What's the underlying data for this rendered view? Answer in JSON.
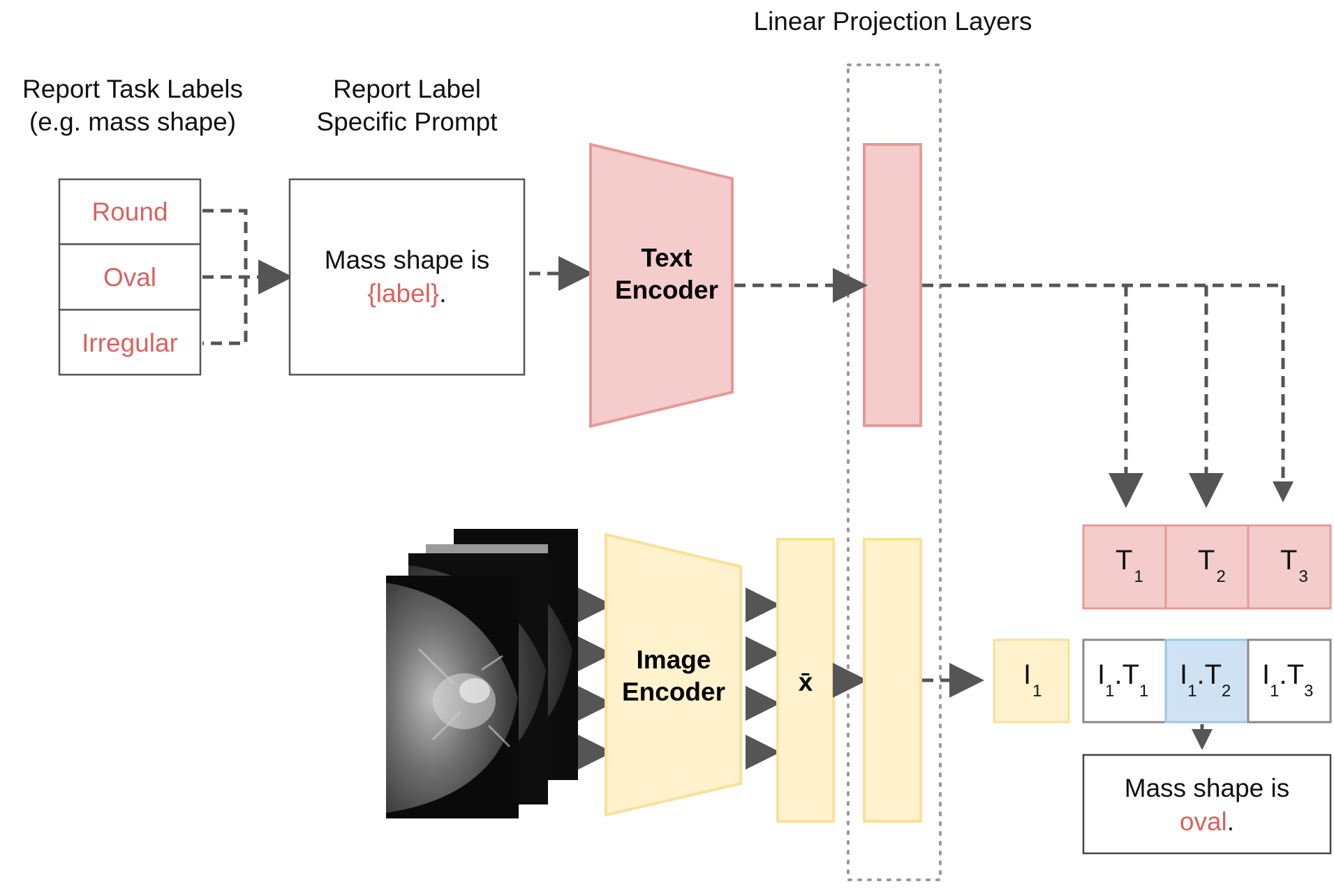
{
  "headings": {
    "task_labels_line1": "Report Task Labels",
    "task_labels_line2": "(e.g. mass shape)",
    "prompt_line1": "Report Label",
    "prompt_line2": "Specific Prompt",
    "projection": "Linear Projection Layers"
  },
  "labels": [
    "Round",
    "Oval",
    "Irregular"
  ],
  "prompt": {
    "text": "Mass shape is",
    "placeholder": "{label}",
    "end": "."
  },
  "text_encoder": {
    "line1": "Text",
    "line2": "Encoder"
  },
  "image_encoder": {
    "line1": "Image",
    "line2": "Encoder"
  },
  "feature_symbol": "x̄",
  "image_embedding": {
    "base": "I",
    "sub": "1"
  },
  "text_embeddings": [
    {
      "base": "T",
      "sub": "1"
    },
    {
      "base": "T",
      "sub": "2"
    },
    {
      "base": "T",
      "sub": "3"
    }
  ],
  "similarities": [
    {
      "a": "I",
      "a_sub": "1",
      "b": ".T",
      "b_sub": "1"
    },
    {
      "a": "I",
      "a_sub": "1",
      "b": ".T",
      "b_sub": "2"
    },
    {
      "a": "I",
      "a_sub": "1",
      "b": ".T",
      "b_sub": "3"
    }
  ],
  "result": {
    "text": "Mass shape is",
    "label": "oval",
    "end": "."
  },
  "colors": {
    "text_fill": "#f4cccc",
    "text_stroke": "#e6999a",
    "image_fill": "#fff2cc",
    "image_stroke": "#f9e09a",
    "highlight_fill": "#cfe2f3",
    "highlight_stroke": "#9fc5e8",
    "label_red": "#d9625e"
  }
}
